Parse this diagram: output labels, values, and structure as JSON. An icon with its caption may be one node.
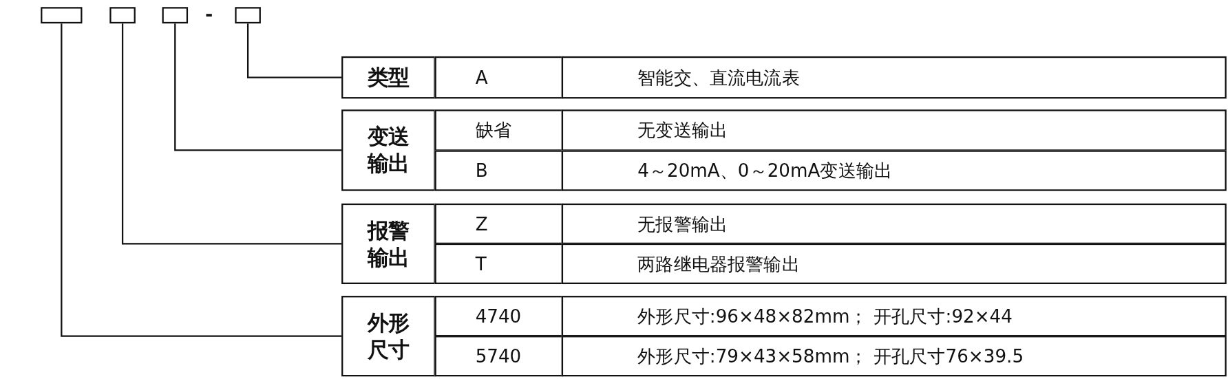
{
  "diagram": {
    "nodes": [
      {
        "text": [],
        "shape": "box"
      },
      {
        "text": [],
        "shape": "box"
      },
      {
        "text": [],
        "shape": "box"
      },
      {
        "text": [],
        "shape": "box"
      },
      {
        "text": [
          "类型"
        ]
      },
      {
        "text": [
          "变送输出"
        ]
      },
      {
        "text": [
          "报警输出"
        ]
      },
      {
        "text": [
          "外形尺寸"
        ]
      }
    ],
    "edges": [
      {
        "from": 3,
        "to": 4,
        "arrow": "none"
      },
      {
        "from": 2,
        "to": 5,
        "arrow": "none"
      },
      {
        "from": 1,
        "to": 6,
        "arrow": "none"
      },
      {
        "from": 0,
        "to": 7,
        "arrow": "none"
      }
    ],
    "labels": [
      "-",
      "A",
      "智能交、直流电流表",
      "缺省",
      "无变送输出",
      "B",
      "4～20mA、0～20mA变送输出",
      "Z",
      "无报警输出",
      "T",
      "两路继电器报警输出",
      "4740",
      "外形尺寸:96×48×82mm； 开孔尺寸:92×44",
      "5740",
      "外形尺寸:79×43×58mm； 开孔尺寸76×39.5"
    ]
  }
}
